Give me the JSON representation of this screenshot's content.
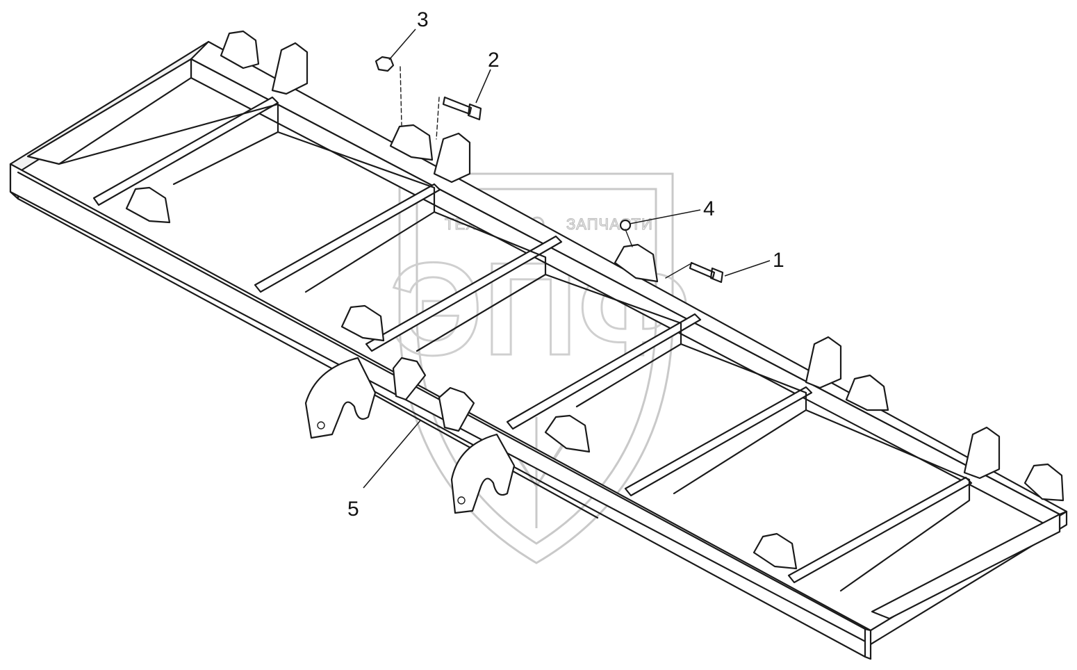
{
  "callouts": [
    {
      "id": "1",
      "label": "1"
    },
    {
      "id": "2",
      "label": "2"
    },
    {
      "id": "3",
      "label": "3"
    },
    {
      "id": "4",
      "label": "4"
    },
    {
      "id": "5",
      "label": "5"
    }
  ],
  "watermark": {
    "left_text": "ТЕХНИКА",
    "right_text": "ЗАПЧАСТИ",
    "logo_text": "ЭПФ"
  },
  "colors": {
    "ink": "#1a1a1a",
    "watermark": "#c9c9c9",
    "background": "#ffffff"
  }
}
